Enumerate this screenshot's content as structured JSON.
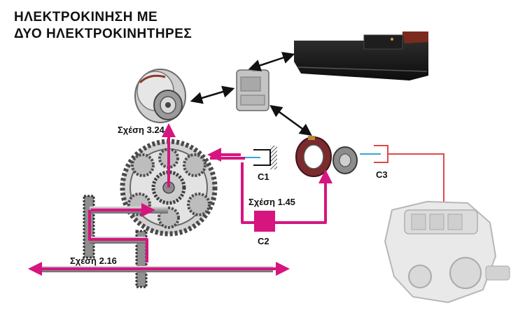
{
  "title": {
    "line1": "ΗΛΕΚΤΡΟΚΙΝΗΣΗ ΜΕ",
    "line2": "ΔΥΟ ΗΛΕΚΤΡΟΚΙΝΗΤΗΡΕΣ"
  },
  "labels": {
    "ratio_motor_a": "Σχέση 3.24",
    "ratio_c2": "Σχέση 1.45",
    "ratio_output": "Σχέση 2.16",
    "clutch_c1": "C1",
    "clutch_c2": "C2",
    "clutch_c3": "C3"
  },
  "colors": {
    "power_flow": "#d6157f",
    "engine_link": "#e04848",
    "coolant_link": "#3aa6d8",
    "arrow_black": "#111111",
    "gear_metal": "#6d6d6d"
  },
  "icons": [
    "battery-pack-icon",
    "inverter-icon",
    "electric-motor-a-icon",
    "electric-motor-b-icon",
    "planetary-gearset-icon",
    "engine-icon"
  ]
}
